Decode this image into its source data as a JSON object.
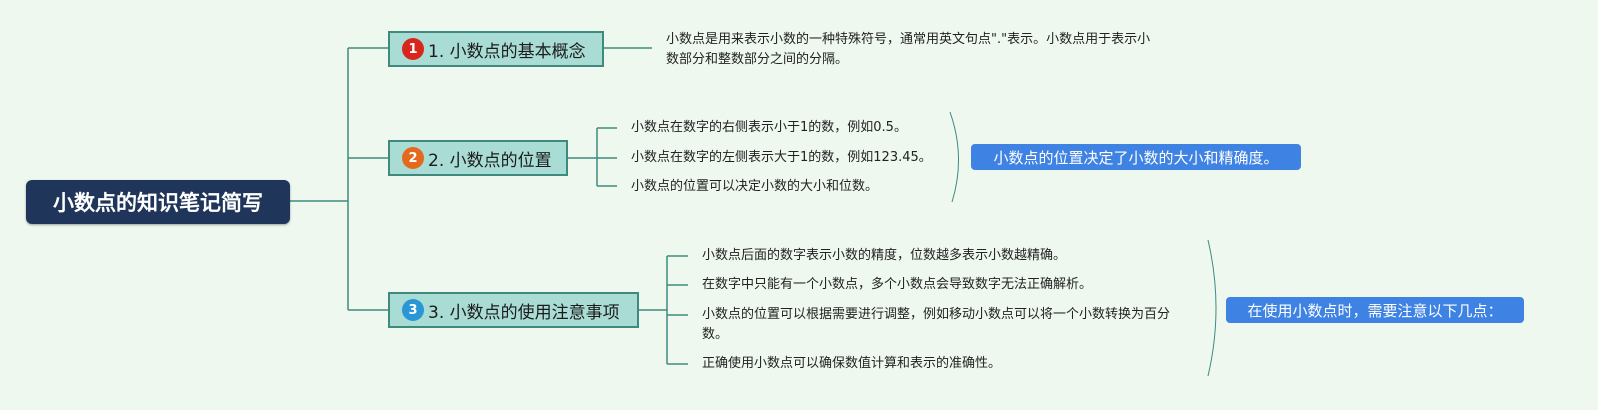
{
  "root": {
    "title": "小数点的知识笔记简写"
  },
  "topics": [
    {
      "number": "1",
      "label": "1. 小数点的基本概念",
      "badge_color": "#d9261c",
      "details": [
        "小数点是用来表示小数的一种特殊符号，通常用英文句点\".\"表示。小数点用于表示小数部分和整数部分之间的分隔。"
      ]
    },
    {
      "number": "2",
      "label": "2. 小数点的位置",
      "badge_color": "#e4691c",
      "details": [
        "小数点在数字的右侧表示小于1的数，例如0.5。",
        "小数点在数字的左侧表示大于1的数，例如123.45。",
        "小数点的位置可以决定小数的大小和位数。"
      ],
      "summary": "小数点的位置决定了小数的大小和精确度。"
    },
    {
      "number": "3",
      "label": "3. 小数点的使用注意事项",
      "badge_color": "#2a96d6",
      "details": [
        "小数点后面的数字表示小数的精度，位数越多表示小数越精确。",
        "在数字中只能有一个小数点，多个小数点会导致数字无法正确解析。",
        "小数点的位置可以根据需要进行调整，例如移动小数点可以将一个小数转换为百分数。",
        "正确使用小数点可以确保数值计算和表示的准确性。"
      ],
      "summary": "在使用小数点时，需要注意以下几点："
    }
  ],
  "colors": {
    "background": "#eef8ef",
    "root": "#1f3559",
    "topic_fill": "#a8dcd5",
    "topic_border": "#3f8a7f",
    "connector": "#3f8a7f",
    "summary": "#3e82e3"
  }
}
